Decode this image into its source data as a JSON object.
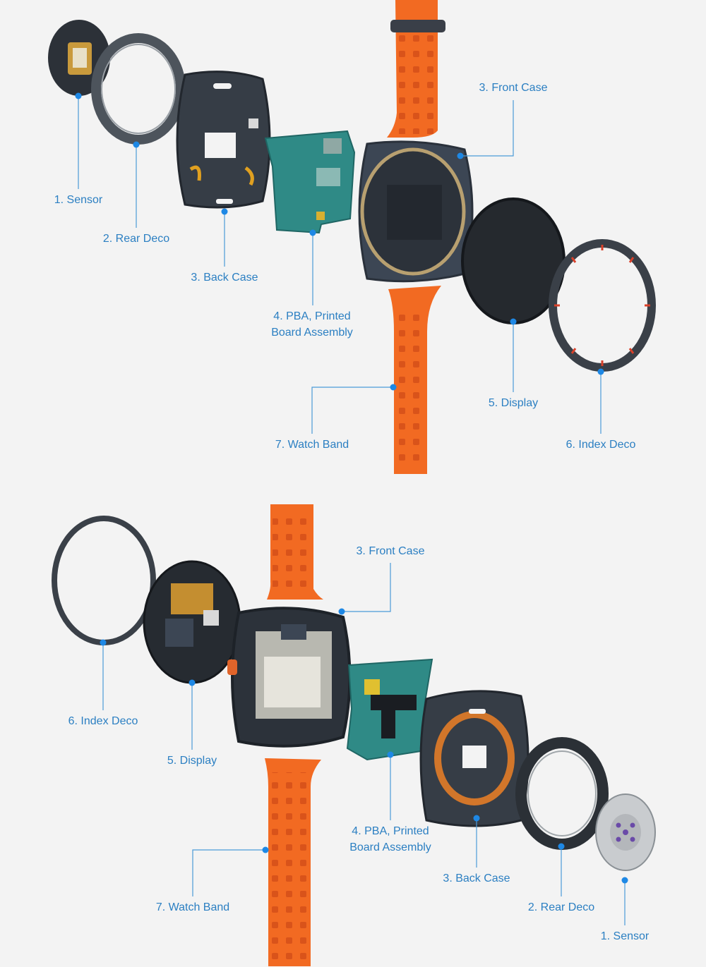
{
  "top": {
    "labels": {
      "sensor": "1. Sensor",
      "rear_deco": "2. Rear Deco",
      "back_case": "3. Back Case",
      "pba_line1": "4. PBA, Printed",
      "pba_line2": "Board Assembly",
      "front_case": "3. Front Case",
      "display": "5. Display",
      "index_deco": "6. Index Deco",
      "watch_band": "7. Watch Band"
    }
  },
  "bottom": {
    "labels": {
      "index_deco": "6. Index Deco",
      "display": "5. Display",
      "front_case": "3. Front Case",
      "pba_line1": "4. PBA, Printed",
      "pba_line2": "Board Assembly",
      "back_case": "3. Back Case",
      "rear_deco": "2. Rear Deco",
      "sensor": "1. Sensor",
      "watch_band": "7. Watch Band"
    }
  },
  "colors": {
    "label": "#2b7fc2",
    "dot": "#1e88e5",
    "band": "#f26a22",
    "case": "#3c4654",
    "pcb": "#2f8a86",
    "background": "#f3f3f3"
  }
}
